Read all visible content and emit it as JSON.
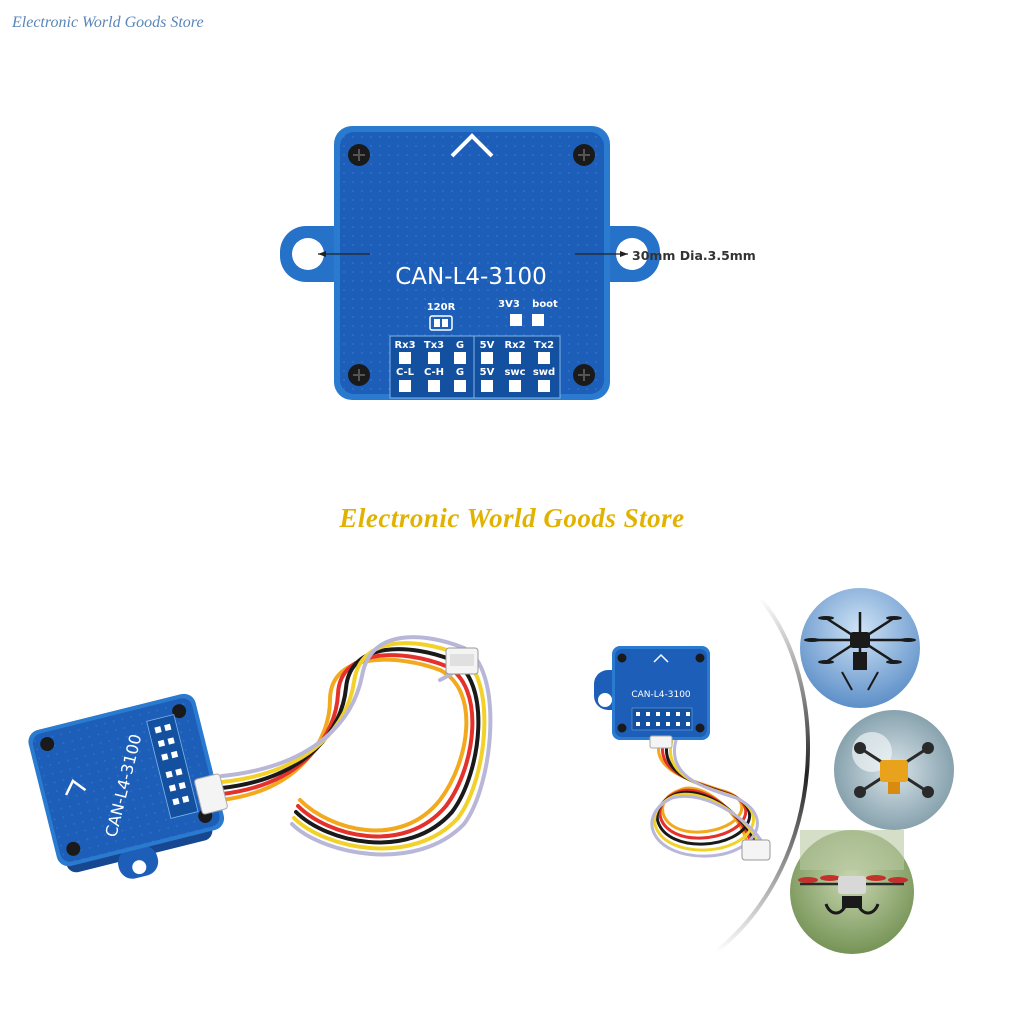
{
  "watermark": "Electronic World Goods Store",
  "store_title": "Electronic World Goods Store",
  "board": {
    "model": "CAN-L4-3100",
    "resistor_label": "120R",
    "pad_labels": [
      "3V3",
      "boot"
    ],
    "top_pins": [
      "Rx3",
      "Tx3",
      "G",
      "5V",
      "Rx2",
      "Tx2"
    ],
    "bottom_pins": [
      "C-L",
      "C-H",
      "G",
      "5V",
      "swc",
      "swd"
    ]
  },
  "dimension": "30mm Dia.3.5mm",
  "colors": {
    "pcb_blue": "#1d5fb8",
    "pcb_edge": "#2a7bd0",
    "store_gold": "#e1b300",
    "watermark_blue": "#5a86b8"
  },
  "wire_colors": [
    "#f2a91e",
    "#e4312b",
    "#1a1a1a",
    "#f2d22a",
    "#b9b7d8"
  ]
}
